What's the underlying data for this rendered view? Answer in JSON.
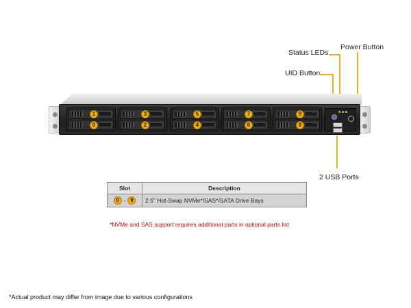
{
  "callouts": {
    "status_leds": "Status LEDs",
    "power_button": "Power Button",
    "uid_button": "UID Button",
    "usb_ports": "2 USB Ports"
  },
  "bays": [
    {
      "top": "1",
      "bottom": "0"
    },
    {
      "top": "3",
      "bottom": "2"
    },
    {
      "top": "5",
      "bottom": "4"
    },
    {
      "top": "7",
      "bottom": "6"
    },
    {
      "top": "9",
      "bottom": "8"
    }
  ],
  "table": {
    "headers": [
      "Slot",
      "Description"
    ],
    "row": {
      "slot_start": "0",
      "slot_sep": "-",
      "slot_end": "9",
      "desc_a": "2.5\" Hot-Swap NVMe",
      "star1": "*",
      "desc_b": "/SAS",
      "star2": "*",
      "desc_c": "/SATA Drive Bays"
    }
  },
  "footnote": "*NVMe and SAS support requires additional parts in optional parts list",
  "disclaimer": "*Actual product may differ from image due to various configurations",
  "colors": {
    "accent": "#f0ac1a",
    "note": "#cc0000"
  }
}
